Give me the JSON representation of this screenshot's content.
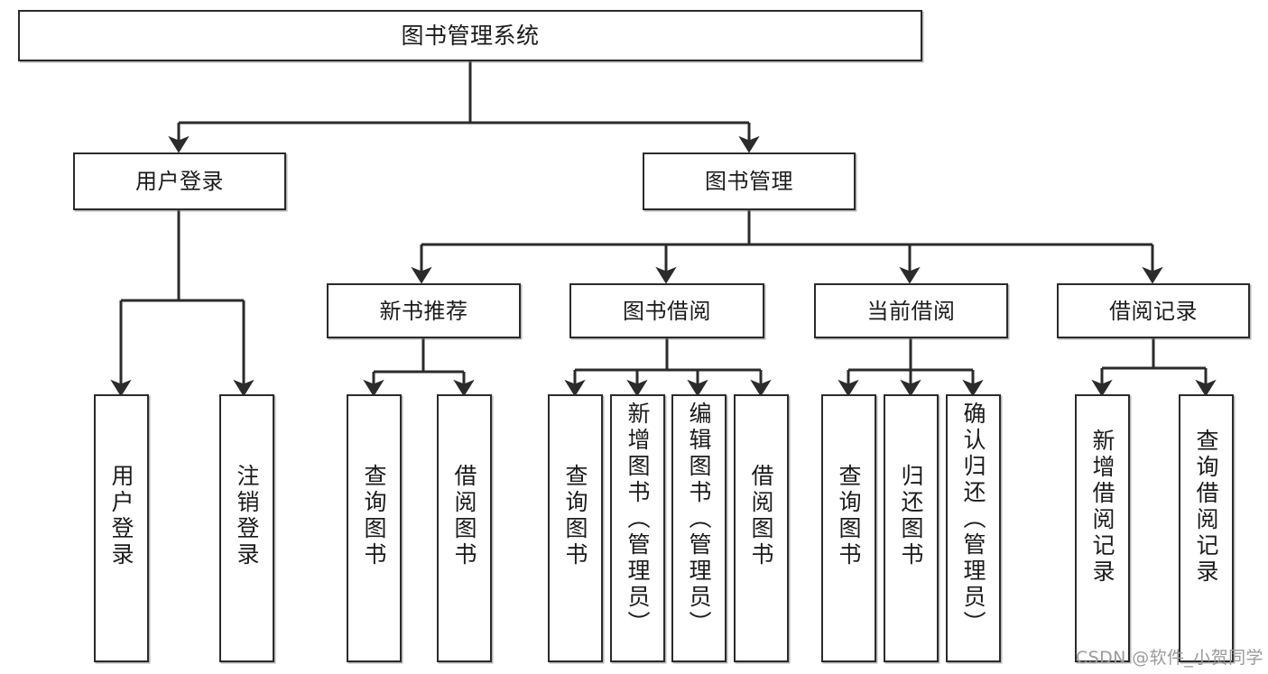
{
  "diagram": {
    "title": "图书管理系统",
    "type": "tree-hierarchy-chart",
    "watermark": "CSDN @软件_小贺同学",
    "colors": {
      "node_border": "#2b2b2b",
      "node_fill": "#ffffff",
      "edge": "#2b2b2b",
      "watermark": "#9a9a9a",
      "page_background": "#ffffff"
    },
    "levels": {
      "level1": [
        "图书管理系统"
      ],
      "level2": [
        "用户登录",
        "图书管理"
      ],
      "level3": [
        "新书推荐",
        "图书借阅",
        "当前借阅",
        "借阅记录"
      ],
      "level4": [
        "用户登录",
        "注销登录",
        "查询图书",
        "借阅图书",
        "查询图书",
        "新增图书（管理员）",
        "编辑图书（管理员）",
        "借阅图书",
        "查询图书",
        "归还图书",
        "确认归还（管理员）",
        "新增借阅记录",
        "查询借阅记录"
      ]
    }
  },
  "nodes": {
    "root": {
      "label": "图书管理系统"
    },
    "user_login": {
      "label": "用户登录"
    },
    "book_manage": {
      "label": "图书管理"
    },
    "new_book_rec": {
      "label": "新书推荐"
    },
    "book_borrow": {
      "label": "图书借阅"
    },
    "current_borrow": {
      "label": "当前借阅"
    },
    "borrow_record": {
      "label": "借阅记录"
    },
    "leaf_user_login": {
      "label": "用户登录"
    },
    "leaf_user_logout": {
      "label": "注销登录"
    },
    "leaf_query_book_a": {
      "label": "查询图书"
    },
    "leaf_borrow_book_a": {
      "label": "借阅图书"
    },
    "leaf_query_book_b": {
      "label": "查询图书"
    },
    "leaf_add_book": {
      "label": "新增图书（管理员）"
    },
    "leaf_edit_book": {
      "label": "编辑图书（管理员）"
    },
    "leaf_borrow_book_b": {
      "label": "借阅图书"
    },
    "leaf_query_book_c": {
      "label": "查询图书"
    },
    "leaf_return_book": {
      "label": "归还图书"
    },
    "leaf_confirm_return": {
      "label": "确认归还（管理员）"
    },
    "leaf_add_record": {
      "label": "新增借阅记录"
    },
    "leaf_query_record": {
      "label": "查询借阅记录"
    }
  }
}
